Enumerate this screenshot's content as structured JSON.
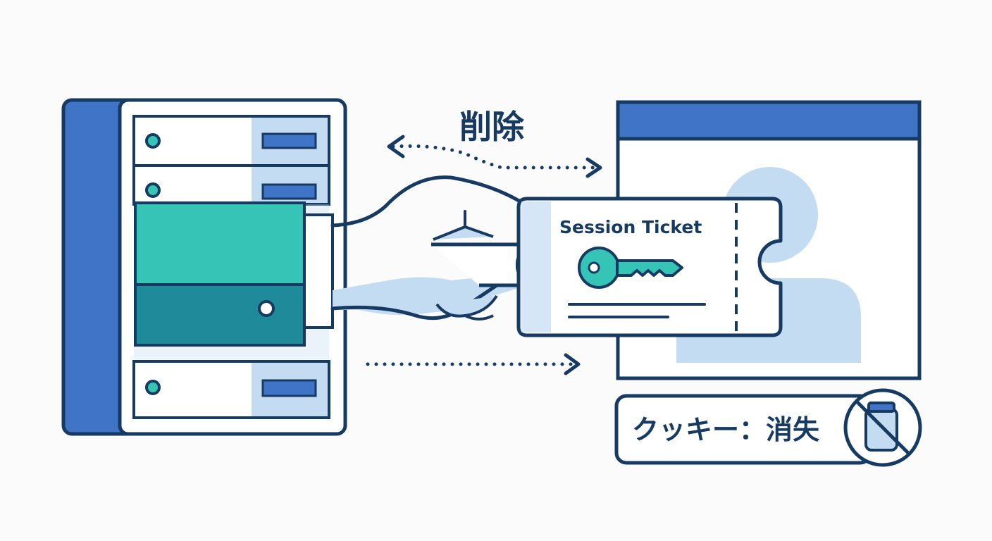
{
  "labels": {
    "action": "削除",
    "ticket": "Session Ticket",
    "cookie_status": "クッキー：消失"
  },
  "colors": {
    "outline": "#173a63",
    "blue": "#3f74c7",
    "light_blue": "#c3dcf2",
    "teal": "#35c4b5",
    "dark_teal": "#1f8a9a",
    "background": "#fbfbfb",
    "white": "#ffffff"
  },
  "icons": {
    "server": "server-rack-icon",
    "hand": "hand-icon",
    "key": "key-icon",
    "user": "user-silhouette-icon",
    "cookie_jar": "cookie-jar-icon",
    "prohibited": "prohibited-icon"
  }
}
